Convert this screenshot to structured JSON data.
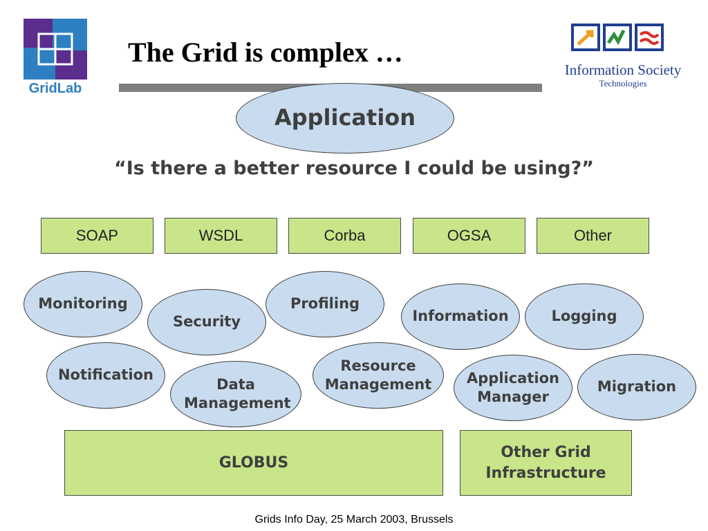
{
  "title": "The Grid is complex …",
  "gridlab_logo_text": "GridLab",
  "ist_logo": {
    "line1": "Information Society",
    "line2": "Technologies"
  },
  "application": "Application",
  "question": "“Is there a better resource I could be using?”",
  "protocols": [
    "SOAP",
    "WSDL",
    "Corba",
    "OGSA",
    "Other"
  ],
  "services": {
    "monitoring": "Monitoring",
    "security": "Security",
    "profiling": "Profiling",
    "information": "Information",
    "logging": "Logging",
    "notification": "Notification",
    "data_management": "Data Management",
    "resource_management": "Resource Management",
    "application_manager": "Application Manager",
    "migration": "Migration"
  },
  "infrastructure": {
    "globus": "GLOBUS",
    "other": "Other Grid Infrastructure"
  },
  "footer": "Grids Info Day, 25 March 2003, Brussels",
  "colors": {
    "oval_fill": "#c9dcef",
    "box_fill": "#c8e58a",
    "bar": "#7f7f7f",
    "text": "#3f3f3f"
  }
}
